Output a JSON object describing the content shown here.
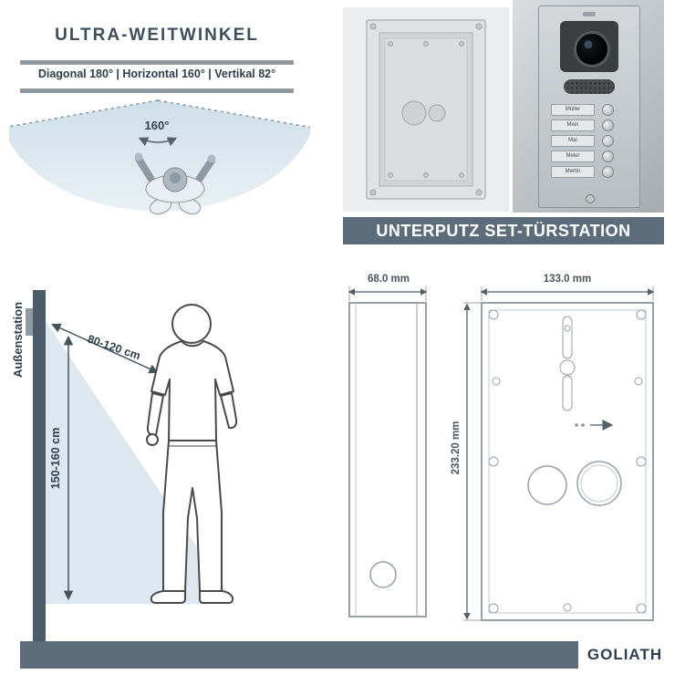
{
  "colors": {
    "accent_ink": "#2e3e4c",
    "steel_rule": "#8e99a2",
    "banner_bg": "#5d6c7b",
    "wedge_fill": "#d9e6ef",
    "wall_bar": "#4d5c6a"
  },
  "wide_angle": {
    "title": "ULTRA-WEITWINKEL",
    "specs": "Diagonal 180°  |  Horizontal 160°  |  Vertikal 82°",
    "angle_label": "160°"
  },
  "product": {
    "banner": "UNTERPUTZ SET-TÜRSTATION",
    "doorbell_buttons": [
      "Müller",
      "Mein",
      "Mai",
      "Meier",
      "Mertin"
    ]
  },
  "installation": {
    "wall_label": "Außenstation",
    "distance_label": "80-120 cm",
    "height_label": "150-160 cm"
  },
  "dimensions": {
    "depth": "68.0 mm",
    "width": "133.0 mm",
    "height": "233.20 mm"
  },
  "footer": {
    "brand": "GOLIATH"
  }
}
